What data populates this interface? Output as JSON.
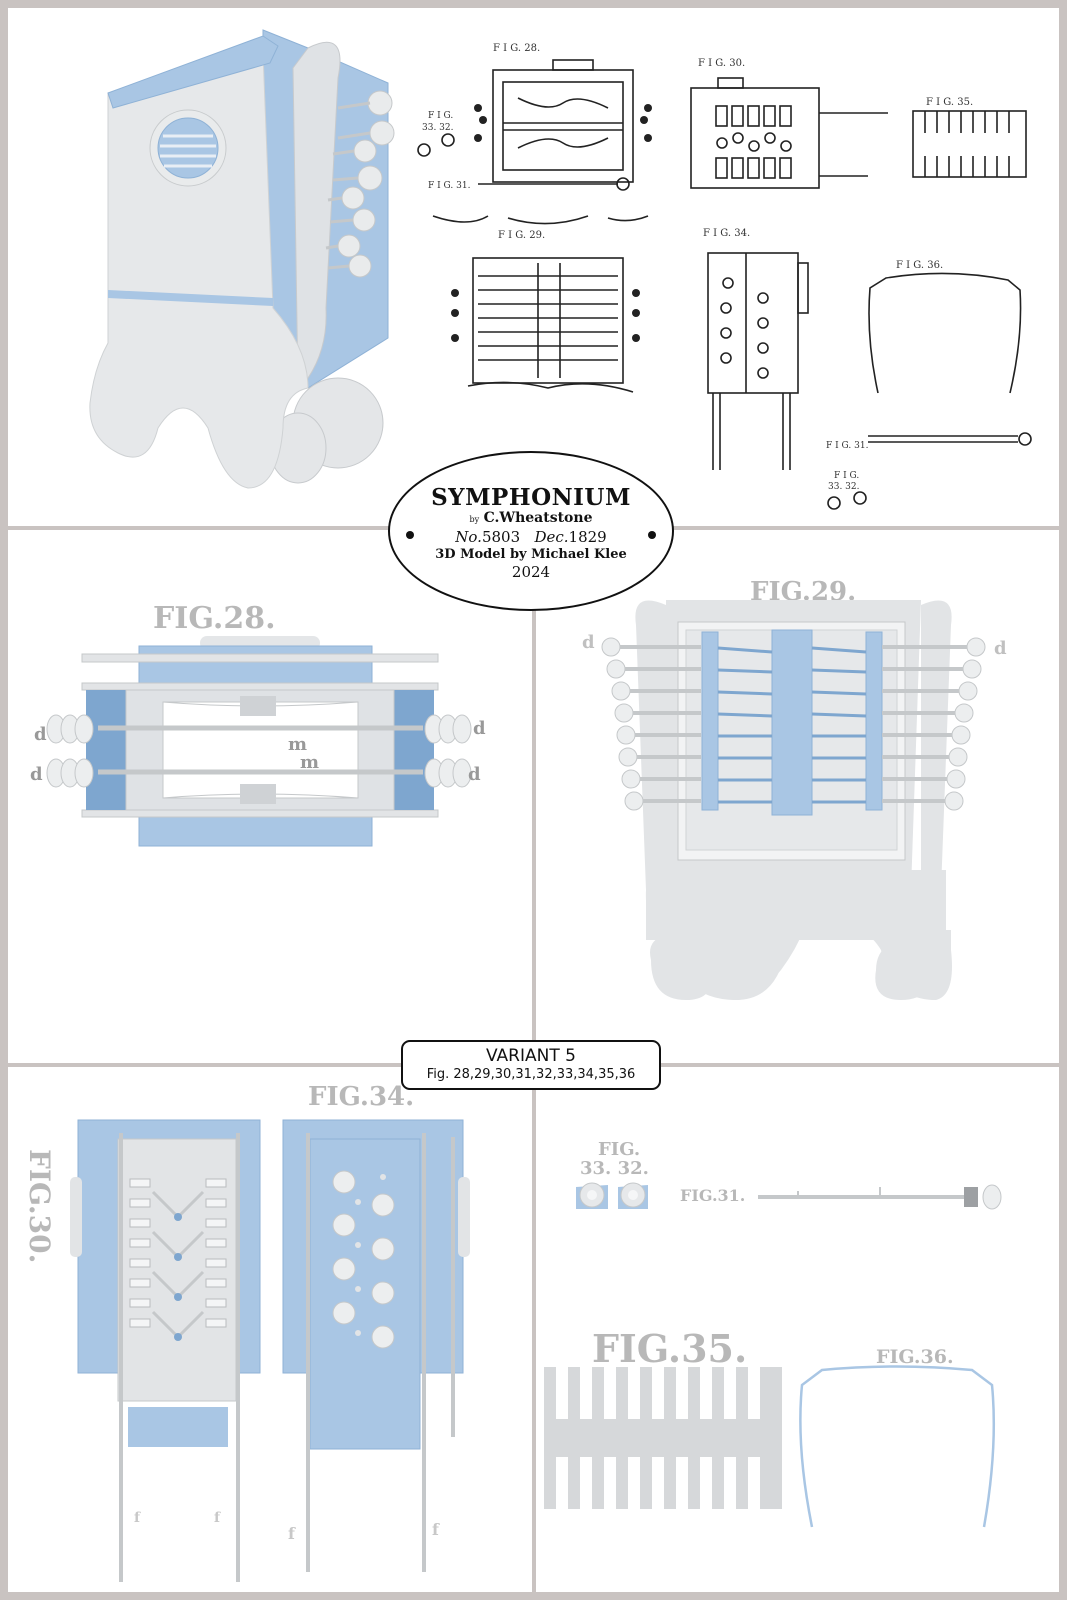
{
  "title": {
    "name": "SYMPHONIUM",
    "by": "by",
    "author": "C.Wheatstone",
    "no_prefix": "No.",
    "no_value": "5803",
    "date_prefix": "Dec.",
    "date_value": "1829",
    "credit": "3D Model by Michael Klee",
    "year": "2024"
  },
  "variant": {
    "label": "VARIANT 5",
    "figs": "Fig. 28,29,30,31,32,33,34,35,36"
  },
  "patent": {
    "fig28": "F I G. 28.",
    "fig29": "F I G. 29.",
    "fig30": "F I G. 30.",
    "fig31a": "F I G. 31.",
    "fig31b": "F I G. 31.",
    "fig34": "F I G. 34.",
    "fig35": "F I G. 35.",
    "fig36": "F I G. 36.",
    "fig3332a_head": "F I G.",
    "fig3332a_nums": "33. 32.",
    "fig3332b_head": "F I G.",
    "fig3332b_nums": "33. 32."
  },
  "model": {
    "fig28": "FIG.28.",
    "fig29": "FIG.29.",
    "fig30": "FIG.30.",
    "fig31": "FIG.31.",
    "fig34": "FIG.34.",
    "fig35": "FIG.35.",
    "fig36": "FIG.36.",
    "fig3332_head": "FIG.",
    "fig3332_nums": "33. 32.",
    "d": "d",
    "m": "m",
    "f": "f"
  },
  "colors": {
    "blue": "#a9c6e4",
    "blue_dark": "#7ea6cf",
    "grey": "#e2e4e6",
    "grey_dark": "#c3c6c9",
    "label": "#b8b8b8"
  }
}
